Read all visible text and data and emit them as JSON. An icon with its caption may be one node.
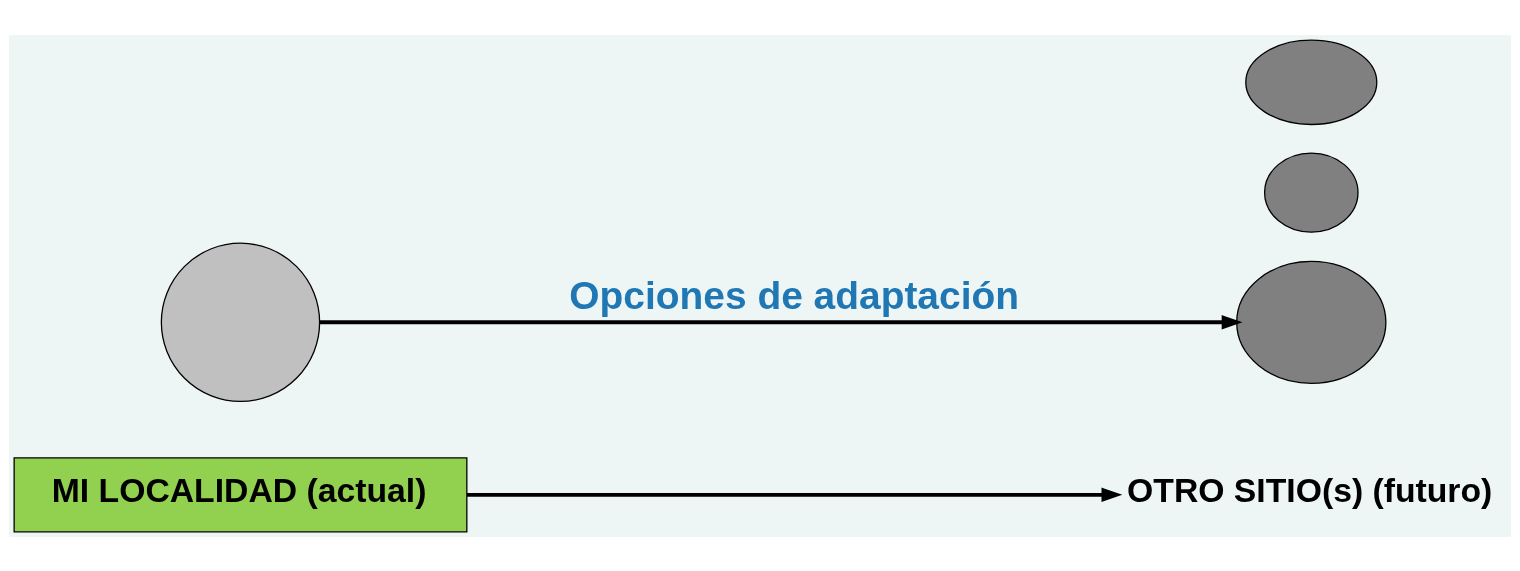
{
  "diagram": {
    "nodes": [
      {
        "text": [],
        "shape": "ellipse"
      },
      {
        "text": [],
        "shape": "ellipse"
      },
      {
        "text": [],
        "shape": "ellipse"
      },
      {
        "text": [],
        "shape": "ellipse"
      },
      {
        "text": [
          "MI LOCALIDAD (actual)"
        ]
      },
      {
        "text": [
          "OTRO SITIO(s) (futuro)"
        ]
      }
    ],
    "edges": [
      {
        "from": 0,
        "to": 1,
        "arrow": "to",
        "label": "Opciones de adaptación"
      },
      {
        "from": 4,
        "to": 5,
        "arrow": "to"
      }
    ]
  }
}
